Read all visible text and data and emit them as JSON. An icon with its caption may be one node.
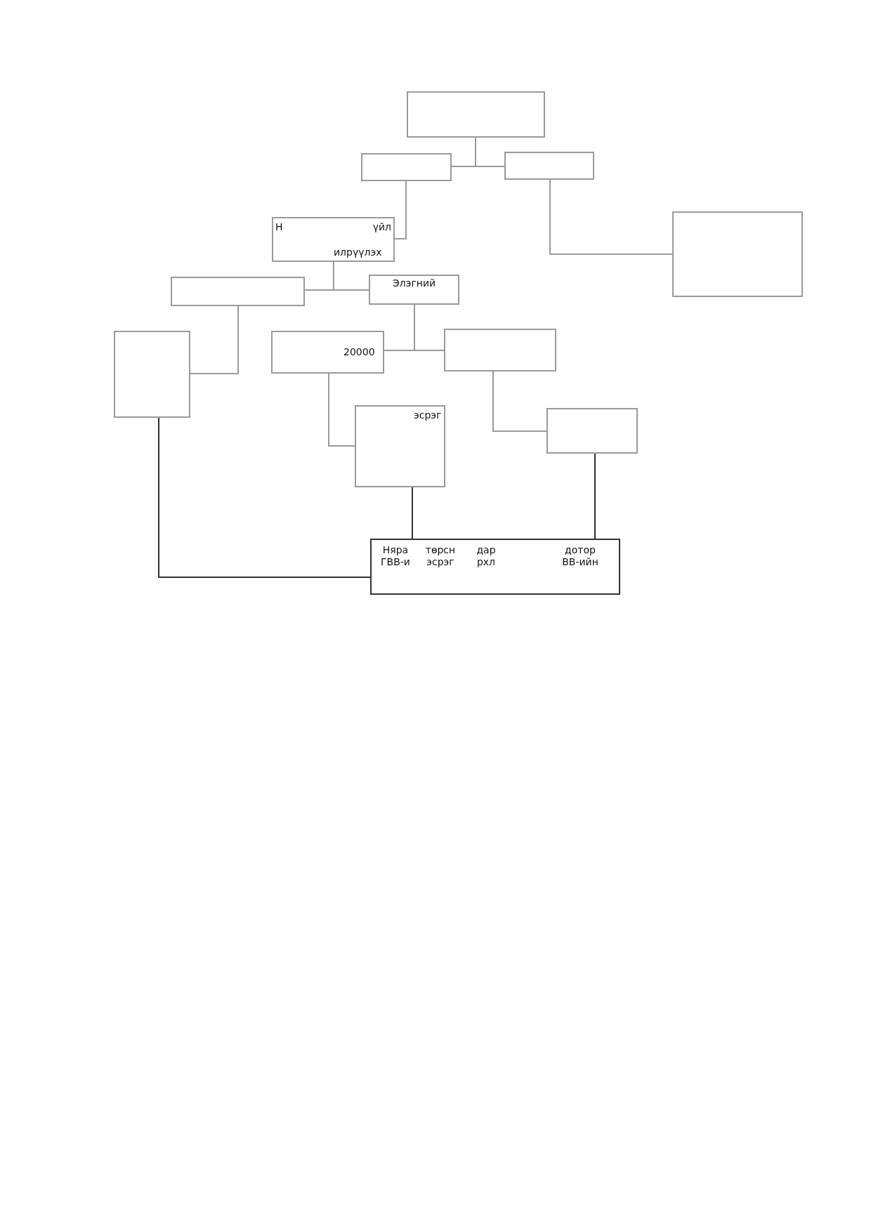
{
  "diagram": {
    "nodes": [
      {
        "text": [],
        "shape": "box"
      },
      {
        "text": [],
        "shape": "box"
      },
      {
        "text": [],
        "shape": "box"
      },
      {
        "text": [],
        "shape": "box"
      },
      {
        "text": [
          "Н",
          "үйл",
          "илрүүлэх"
        ]
      },
      {
        "text": [],
        "shape": "box"
      },
      {
        "text": [
          "Элэгний"
        ]
      },
      {
        "text": [],
        "shape": "box"
      },
      {
        "text": [
          "20000"
        ]
      },
      {
        "text": [],
        "shape": "box"
      },
      {
        "text": [
          "эсрэг"
        ]
      },
      {
        "text": [],
        "shape": "box"
      },
      {
        "text": [
          "Няра ГВВ-и",
          "төрсн эсрэг",
          "дар рхл",
          "дотор ВВ-ийн"
        ]
      }
    ],
    "edges": [
      {
        "from": 0,
        "to": 1,
        "arrow": "none"
      },
      {
        "from": 0,
        "to": 2,
        "arrow": "none"
      },
      {
        "from": 1,
        "to": 4,
        "arrow": "none"
      },
      {
        "from": 2,
        "to": 3,
        "arrow": "none"
      },
      {
        "from": 4,
        "to": 5,
        "arrow": "none"
      },
      {
        "from": 4,
        "to": 6,
        "arrow": "none"
      },
      {
        "from": 5,
        "to": 7,
        "arrow": "none"
      },
      {
        "from": 6,
        "to": 8,
        "arrow": "none"
      },
      {
        "from": 6,
        "to": 9,
        "arrow": "none"
      },
      {
        "from": 8,
        "to": 10,
        "arrow": "none"
      },
      {
        "from": 9,
        "to": 11,
        "arrow": "none"
      },
      {
        "from": 7,
        "to": 12,
        "arrow": "none",
        "color": "#333333"
      },
      {
        "from": 10,
        "to": 12,
        "arrow": "none",
        "color": "#333333"
      },
      {
        "from": 11,
        "to": 12,
        "arrow": "none",
        "color": "#333333"
      }
    ]
  }
}
